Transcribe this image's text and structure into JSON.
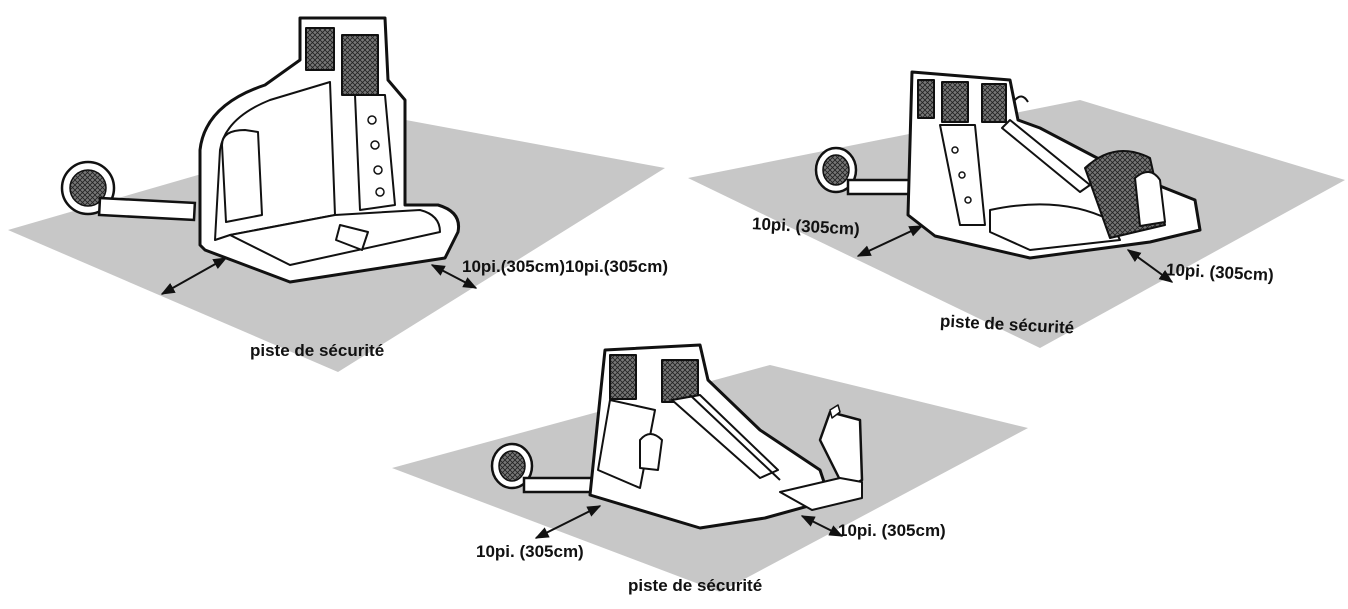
{
  "colors": {
    "zone_fill": "#c7c7c7",
    "outline": "#111111",
    "body_fill": "#ffffff",
    "mesh_fill": "#555555"
  },
  "diagrams": [
    {
      "measure_left": "",
      "measure_right": "10pi.(305cm)10pi.(305cm)",
      "zone_label": "piste de sécurité"
    },
    {
      "measure_left": "10pi. (305cm)",
      "measure_right": "10pi. (305cm)",
      "zone_label": "piste de sécurité"
    },
    {
      "measure_left": "10pi. (305cm)",
      "measure_right": "10pi. (305cm)",
      "zone_label": "piste de sécurité"
    }
  ]
}
